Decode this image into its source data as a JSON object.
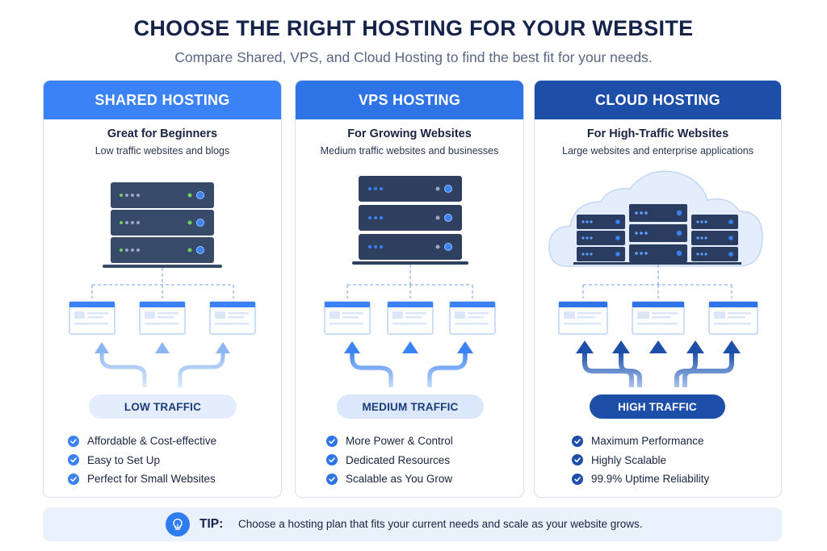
{
  "title": "CHOOSE THE RIGHT HOSTING FOR YOUR WEBSITE",
  "subtitle": "Compare Shared, VPS, and Cloud Hosting to find the best fit for your needs.",
  "plans": [
    {
      "name": "SHARED HOSTING",
      "subhead": "Great for Beginners",
      "description": "Low traffic websites and blogs",
      "traffic": "LOW TRAFFIC",
      "features": [
        "Affordable & Cost-effective",
        "Easy to Set Up",
        "Perfect for Small Websites"
      ],
      "header_color": "#3b82f6",
      "accent_color": "#3b82f6"
    },
    {
      "name": "VPS HOSTING",
      "subhead": "For Growing Websites",
      "description": "Medium traffic websites and businesses",
      "traffic": "MEDIUM TRAFFIC",
      "features": [
        "More Power & Control",
        "Dedicated Resources",
        "Scalable as You Grow"
      ],
      "header_color": "#2f74e6",
      "accent_color": "#2f74e6"
    },
    {
      "name": "CLOUD HOSTING",
      "subhead": "For High-Traffic Websites",
      "description": "Large websites and enterprise applications",
      "traffic": "HIGH TRAFFIC",
      "features": [
        "Maximum Performance",
        "Highly Scalable",
        "99.9% Uptime Reliability"
      ],
      "header_color": "#1d4fa8",
      "accent_color": "#1d4fa8"
    }
  ],
  "tip": {
    "label": "TIP:",
    "text": "Choose a hosting plan that fits your current needs and scale as your website grows.",
    "icon": "lightbulb-icon"
  }
}
